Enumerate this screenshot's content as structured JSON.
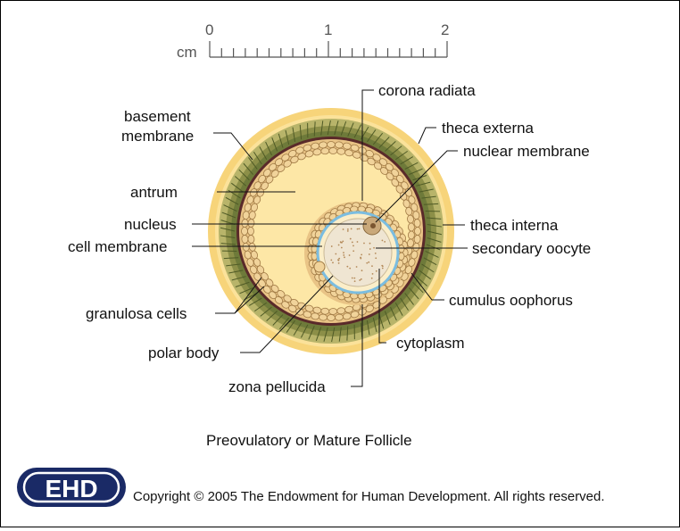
{
  "title": "Preovulatory or Mature Follicle",
  "copyright": "Copyright © 2005 The Endowment for Human Development. All rights reserved.",
  "logo": {
    "letters": "EHD",
    "color": "#1a2a66"
  },
  "scale": {
    "unit": "cm",
    "ticks": [
      "0",
      "1",
      "2"
    ]
  },
  "labels": {
    "basement_membrane_1": "basement",
    "basement_membrane_2": "membrane",
    "antrum": "antrum",
    "nucleus": "nucleus",
    "cell_membrane": "cell membrane",
    "granulosa_cells": "granulosa cells",
    "polar_body": "polar body",
    "zona_pellucida": "zona pellucida",
    "corona_radiata": "corona radiata",
    "theca_externa": "theca externa",
    "nuclear_membrane": "nuclear membrane",
    "theca_interna": "theca interna",
    "secondary_oocyte": "secondary oocyte",
    "cumulus_oophorus": "cumulus oophorus",
    "cytoplasm": "cytoplasm"
  },
  "colors": {
    "outer_glow": "#f7d47a",
    "theca_externa": "#b8b46a",
    "theca_interna": "#6e7a3a",
    "basement_membrane": "#5a2a2a",
    "granulosa": "#e9c486",
    "antrum": "#fde7a6",
    "zona_pellucida": "#7bbde0",
    "oocyte": "#efe5d2"
  }
}
